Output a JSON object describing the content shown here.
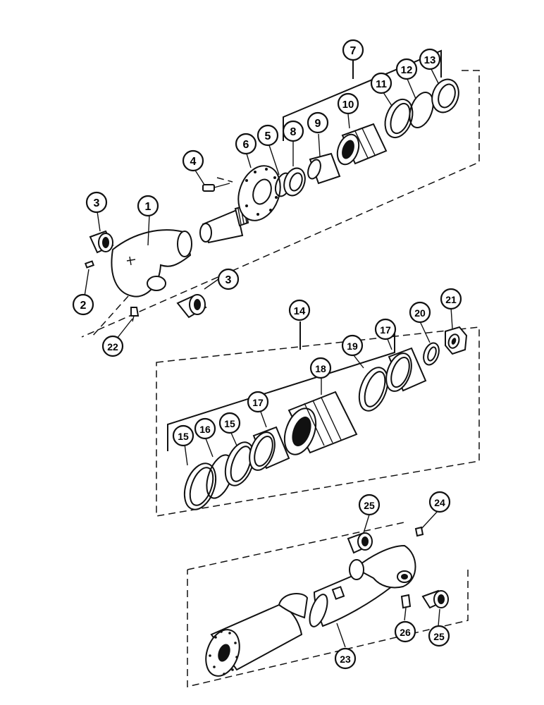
{
  "callouts": [
    {
      "id": "c7",
      "label": "7"
    },
    {
      "id": "c12",
      "label": "12"
    },
    {
      "id": "c13",
      "label": "13"
    },
    {
      "id": "c11",
      "label": "11"
    },
    {
      "id": "c10",
      "label": "10"
    },
    {
      "id": "c9",
      "label": "9"
    },
    {
      "id": "c8",
      "label": "8"
    },
    {
      "id": "c5",
      "label": "5"
    },
    {
      "id": "c6",
      "label": "6"
    },
    {
      "id": "c4",
      "label": "4"
    },
    {
      "id": "c3a",
      "label": "3"
    },
    {
      "id": "c1",
      "label": "1"
    },
    {
      "id": "c3b",
      "label": "3"
    },
    {
      "id": "c2",
      "label": "2"
    },
    {
      "id": "c22",
      "label": "22"
    },
    {
      "id": "c14",
      "label": "14"
    },
    {
      "id": "c21",
      "label": "21"
    },
    {
      "id": "c20",
      "label": "20"
    },
    {
      "id": "c17a",
      "label": "17"
    },
    {
      "id": "c19",
      "label": "19"
    },
    {
      "id": "c18",
      "label": "18"
    },
    {
      "id": "c17b",
      "label": "17"
    },
    {
      "id": "c15a",
      "label": "15"
    },
    {
      "id": "c16",
      "label": "16"
    },
    {
      "id": "c15b",
      "label": "15"
    },
    {
      "id": "c25a",
      "label": "25"
    },
    {
      "id": "c24",
      "label": "24"
    },
    {
      "id": "c23",
      "label": "23"
    },
    {
      "id": "c26",
      "label": "26"
    },
    {
      "id": "c25b",
      "label": "25"
    }
  ],
  "colors": {
    "line": "#111111",
    "background": "#ffffff"
  }
}
